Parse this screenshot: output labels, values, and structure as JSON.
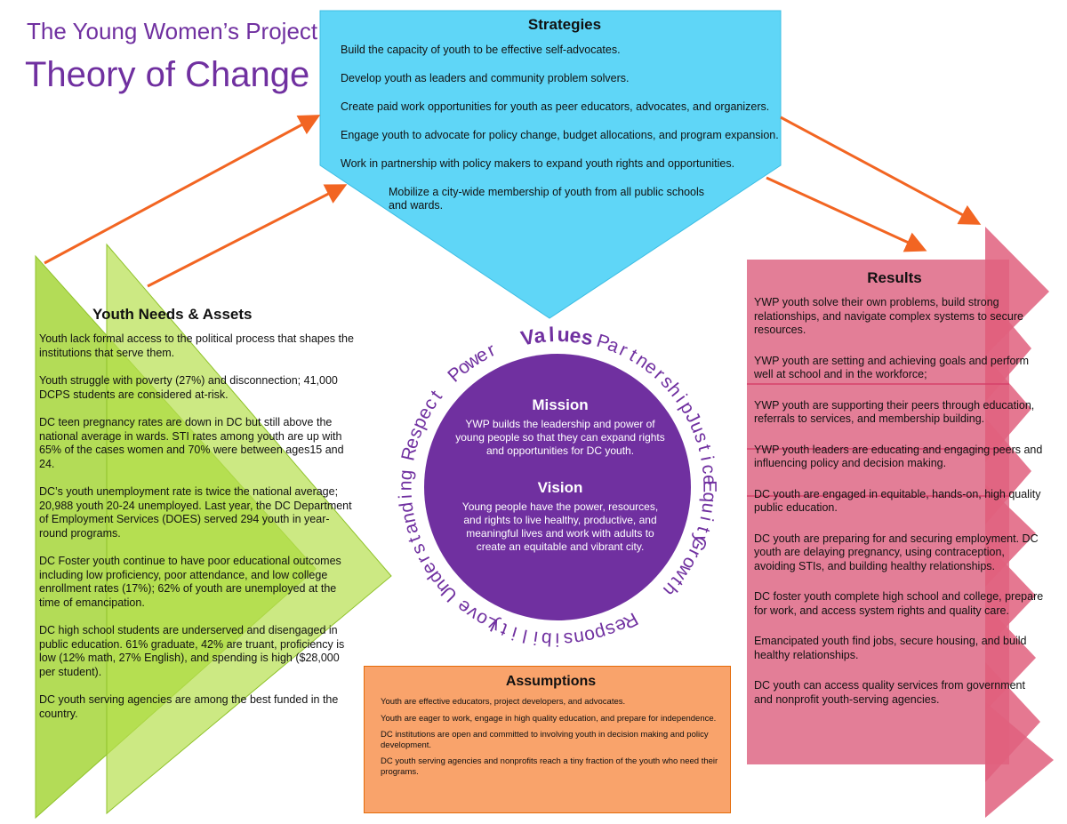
{
  "header": {
    "subtitle": "The Young Women’s Project",
    "title": "Theory of Change"
  },
  "strategies": {
    "title": "Strategies",
    "items": [
      "Build the capacity of youth to be effective self-advocates.",
      "Develop youth as leaders and community problem solvers.",
      "Create paid work opportunities for youth as peer educators, advocates, and organizers.",
      "Engage youth to advocate for policy change, budget allocations, and program expansion.",
      "Work in partnership with policy makers to expand youth rights and opportunities.",
      "Mobilize a city-wide membership of youth from all public schools and wards."
    ]
  },
  "needs": {
    "title": "Youth Needs & Assets",
    "items": [
      "Youth lack formal access to the political process that shapes the institutions that serve them.",
      "Youth struggle with poverty (27%) and disconnection; 41,000 DCPS students are considered at-risk.",
      "DC teen pregnancy rates are down in DC but still above the national average in wards. STI rates among youth are up with 65% of the cases women and 70% were between ages15 and 24.",
      "DC’s youth unemployment rate is twice the national average; 20,988 youth 20-24 unemployed. Last year, the DC Department of Employment Services (DOES) served 294 youth in year-round programs.",
      "DC Foster youth continue to have poor educational outcomes including low proficiency, poor attendance, and low college enrollment rates (17%); 62% of youth are unemployed at the time of emancipation.",
      "DC high school students are underserved and disengaged in public education. 61% graduate, 42% are truant, proficiency is low (12% math, 27% English), and spending is high ($28,000 per student).",
      "DC youth serving agencies are among the best funded in the country."
    ]
  },
  "values": {
    "title": "Values",
    "words": [
      "Partnership",
      "Justice",
      "Equity",
      "Growth",
      "Responsibility",
      "Love",
      "Understanding",
      "Respect",
      "Power"
    ]
  },
  "mission": {
    "title": "Mission",
    "text": "YWP builds the leadership and power of young people so that they can expand rights and opportunities for DC youth."
  },
  "vision": {
    "title": "Vision",
    "text": "Young people have the power, resources, and rights to live healthy, productive, and meaningful lives and work with adults to create an equitable and vibrant city."
  },
  "results": {
    "title": "Results",
    "items": [
      "YWP youth solve their own problems, build strong relationships, and navigate complex systems to secure resources.",
      "YWP youth are setting and achieving goals and perform well at school and in the workforce;",
      "YWP youth are supporting their peers through education, referrals to services, and membership building.",
      "YWP youth leaders are educating and engaging peers and influencing policy and decision making.",
      "DC youth are engaged in equitable, hands-on, high quality public education.",
      "DC youth are preparing for and securing employment. DC youth are delaying pregnancy, using contraception, avoiding STIs, and building healthy relationships.",
      "DC foster youth complete high school and college, prepare for work, and access system rights and quality care.",
      "Emancipated youth find jobs, secure housing, and build healthy relationships.",
      "DC youth can access quality services from government and nonprofit youth-serving agencies."
    ]
  },
  "assumptions": {
    "title": "Assumptions",
    "items": [
      "Youth are effective educators, project developers, and advocates.",
      "Youth are eager to work, engage in high quality education, and prepare for independence.",
      "DC institutions are open and committed to involving youth in decision making and policy development.",
      "DC youth serving agencies and nonprofits reach a tiny fraction of the youth who need their programs."
    ]
  },
  "colors": {
    "title_purple": "#7030a0",
    "strategies_blue": "#5fd6f7",
    "needs_green": "#a6d63a",
    "results_pink": "#e0607e",
    "arrow_orange": "#f26522",
    "assumptions_orange": "#f9a36b",
    "circle_purple": "#7030a0"
  }
}
